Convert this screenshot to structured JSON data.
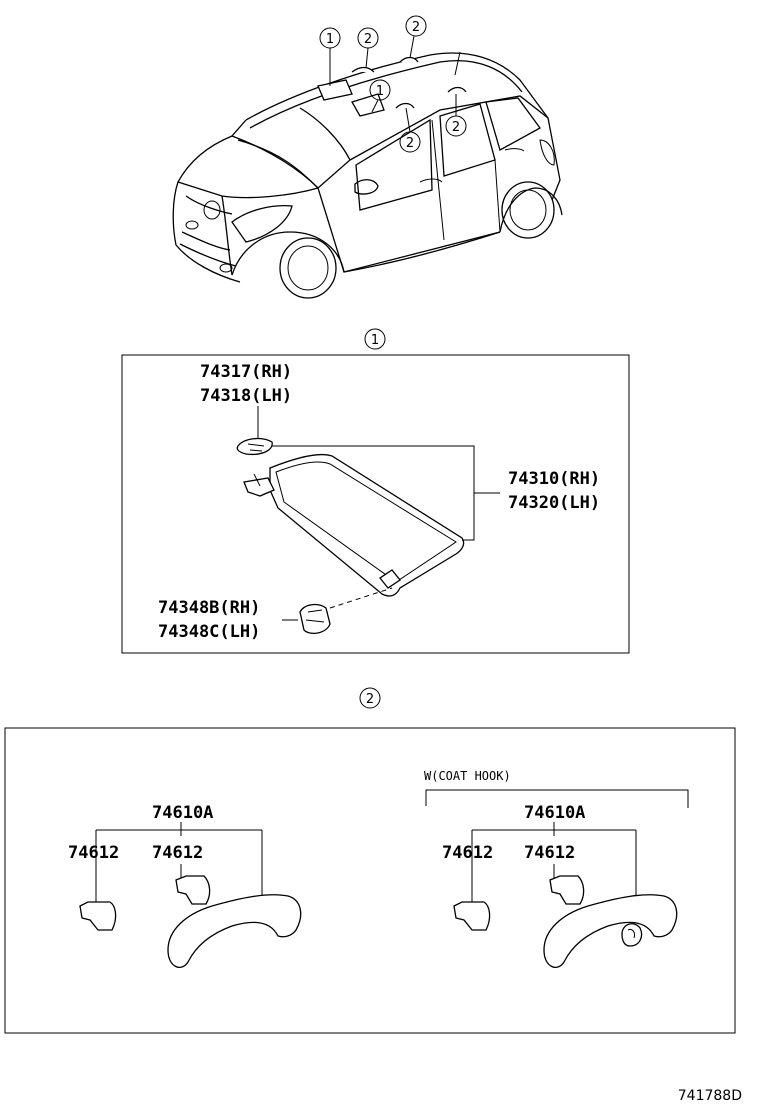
{
  "diagram_id": "741788D",
  "callouts": {
    "c1": "1",
    "c2": "2"
  },
  "section1": {
    "ref": "1",
    "labels": {
      "visor_clip_rh": "74317(RH)",
      "visor_clip_lh": "74318(LH)",
      "visor_rh": "74310(RH)",
      "visor_lh": "74320(LH)",
      "holder_rh": "74348B(RH)",
      "holder_lh": "74348C(LH)"
    }
  },
  "section2": {
    "ref": "2",
    "variant_label": "W(COAT HOOK)",
    "left": {
      "grip": "74610A",
      "cap_a": "74612",
      "cap_b": "74612"
    },
    "right": {
      "grip": "74610A",
      "cap_a": "74612",
      "cap_b": "74612"
    }
  }
}
